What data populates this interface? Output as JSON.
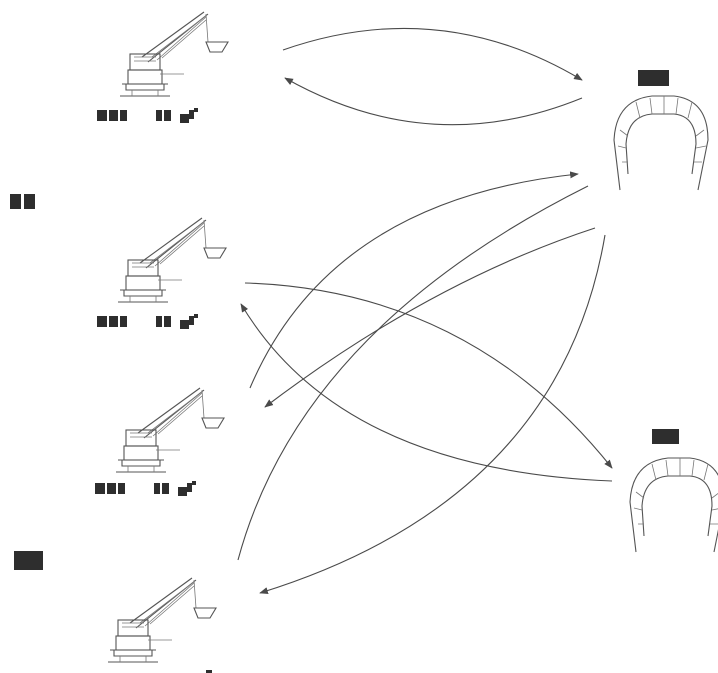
{
  "diagram": {
    "cranes": [
      {
        "id": "crane-1"
      },
      {
        "id": "crane-2"
      },
      {
        "id": "crane-3"
      },
      {
        "id": "crane-4"
      }
    ],
    "ships": [
      {
        "id": "ship-top"
      },
      {
        "id": "ship-bottom"
      }
    ],
    "flows": [
      {
        "from": "crane-1",
        "to": "ship-top"
      },
      {
        "from": "ship-top",
        "to": "crane-1"
      },
      {
        "from": "crane-3",
        "to": "ship-top"
      },
      {
        "from": "crane-2",
        "to": "ship-bottom"
      },
      {
        "from": "ship-bottom",
        "to": "crane-2"
      },
      {
        "from": "ship-top",
        "to": "crane-3"
      },
      {
        "from": "crane-4",
        "to": "ship-top"
      },
      {
        "from": "ship-top",
        "to": "crane-4"
      }
    ],
    "colors": {
      "line": "#4a4a4a",
      "redaction": "#2e2e2e"
    },
    "icon_names": [
      "gantry-crane-icon",
      "ship-hull-icon",
      "redacted-label-block"
    ]
  }
}
